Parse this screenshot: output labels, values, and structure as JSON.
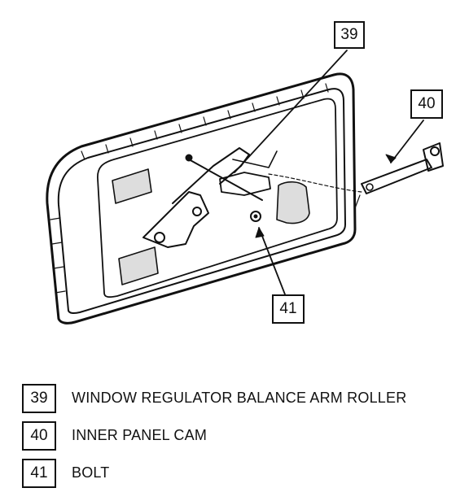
{
  "callouts": [
    {
      "id": "39"
    },
    {
      "id": "40"
    },
    {
      "id": "41"
    }
  ],
  "legend": [
    {
      "number": "39",
      "description": "WINDOW REGULATOR BALANCE ARM ROLLER"
    },
    {
      "number": "40",
      "description": "INNER PANEL CAM"
    },
    {
      "number": "41",
      "description": "BOLT"
    }
  ]
}
